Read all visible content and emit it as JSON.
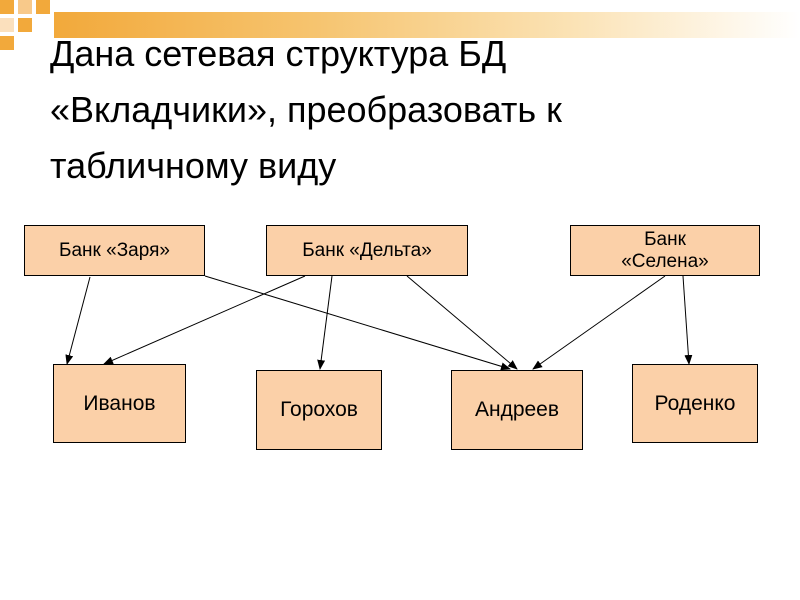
{
  "slide": {
    "title_lines": [
      "Дана сетевая структура БД",
      "«Вкладчики», преобразовать к",
      "табличному виду"
    ]
  },
  "diagram": {
    "banks": [
      {
        "id": "zarya",
        "label": "Банк «Заря»"
      },
      {
        "id": "delta",
        "label": "Банк «Дельта»"
      },
      {
        "id": "selena",
        "label": "Банк «Селена»"
      }
    ],
    "depositors": [
      {
        "id": "ivanov",
        "label": "Иванов"
      },
      {
        "id": "gorokhov",
        "label": "Горохов"
      },
      {
        "id": "andreev",
        "label": "Андреев"
      },
      {
        "id": "rodenko",
        "label": "Роденко"
      }
    ],
    "links": [
      {
        "from": "zarya",
        "to": "ivanov"
      },
      {
        "from": "zarya",
        "to": "andreev"
      },
      {
        "from": "delta",
        "to": "ivanov"
      },
      {
        "from": "delta",
        "to": "gorokhov"
      },
      {
        "from": "delta",
        "to": "andreev"
      },
      {
        "from": "selena",
        "to": "andreev"
      },
      {
        "from": "selena",
        "to": "rodenko"
      }
    ]
  },
  "colors": {
    "node_fill": "#fbd0a8",
    "accent": "#f2a93b"
  }
}
